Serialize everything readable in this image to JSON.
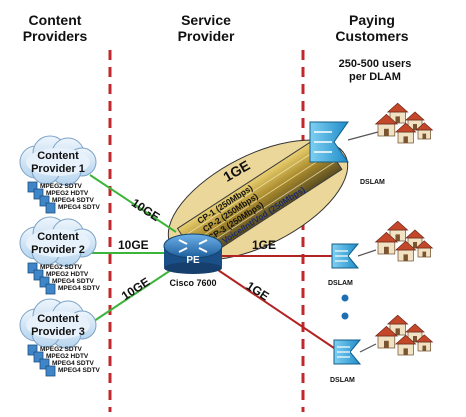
{
  "columns": {
    "content_providers": [
      "Content",
      "Providers"
    ],
    "service_provider": [
      "Service",
      "Provider"
    ],
    "paying_customers": [
      "Paying",
      "Customers"
    ]
  },
  "users_note": [
    "250-500 users",
    "per DLAM"
  ],
  "content_providers": [
    {
      "name": [
        "Content",
        "Provider 1"
      ],
      "streams": [
        "MPEG2 SDTV",
        "MPEG2 HDTV",
        "MPEG4 SDTV",
        "MPEG4 SDTV"
      ],
      "link_label": "10GE"
    },
    {
      "name": [
        "Content",
        "Provider 2"
      ],
      "streams": [
        "MPEG2 SDTV",
        "MPEG2 HDTV",
        "MPEG4 SDTV",
        "MPEG4 SDTV"
      ],
      "link_label": "10GE"
    },
    {
      "name": [
        "Content",
        "Provider 3"
      ],
      "streams": [
        "MPEG2 SDTV",
        "MPEG2 HDTV",
        "MPEG4 SDTV",
        "MPEG4 SDTV"
      ],
      "link_label": "10GE"
    }
  ],
  "router": {
    "label": "PE",
    "model": "Cisco 7600"
  },
  "trunk": {
    "label": "1GE",
    "channels": [
      "CP-1 (250Mbps)",
      "CP-2 (250Mbps)",
      "CP-3 (250Mbps)",
      "Voice/Int/Vod (250Mbps)"
    ]
  },
  "dslam_links": [
    {
      "label": "1GE",
      "dslam": "DSLAM"
    },
    {
      "label": "1GE",
      "dslam": "DSLAM"
    }
  ],
  "top_dslam": "DSLAM",
  "colors": {
    "divider": "#c0282d",
    "green_link": "#3db43a",
    "red_link": "#b22424",
    "ellipse_fill": "#ecd79a",
    "router_blue": "#1f6fb8",
    "dslam_cyan": "#35a7dc",
    "cloud_fill": "#cfe4f6"
  }
}
